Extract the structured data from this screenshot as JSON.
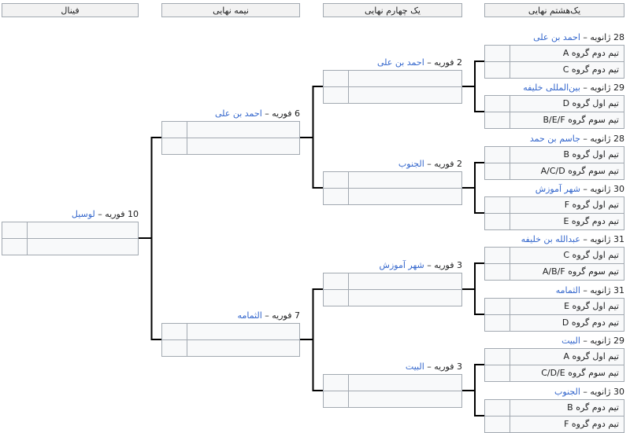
{
  "rounds": [
    "فینال",
    "نیمه نهایی",
    "یک چهارم نهایی",
    "یک‌هشتم نهایی"
  ],
  "r16": [
    {
      "date": "28 ژانویه",
      "venue": "احمد بن علی",
      "team1": "تیم دوم گروه A",
      "team2": "تیم دوم گروه C"
    },
    {
      "date": "29 ژانویه",
      "venue": "بین‌المللی خلیفه",
      "team1": "تیم اول گروه D",
      "team2": "تیم سوم گروه B/E/F"
    },
    {
      "date": "28 ژانویه",
      "venue": "جاسم بن حمد",
      "team1": "تیم اول گروه B",
      "team2": "تیم سوم گروه A/C/D"
    },
    {
      "date": "30 ژانویه",
      "venue": "شهر آموزش",
      "team1": "تیم اول گروه F",
      "team2": "تیم دوم گروه E"
    },
    {
      "date": "31 ژانویه",
      "venue": "عبدالله بن خلیفه",
      "team1": "تیم اول گروه C",
      "team2": "تیم سوم گروه A/B/F"
    },
    {
      "date": "31 ژانویه",
      "venue": "الثمامه",
      "team1": "تیم اول گروه E",
      "team2": "تیم دوم گروه D"
    },
    {
      "date": "29 ژانویه",
      "venue": "البیت",
      "team1": "تیم اول گروه A",
      "team2": "تیم سوم گروه C/D/E"
    },
    {
      "date": "30 ژانویه",
      "venue": "الجنوب",
      "team1": "تیم دوم گره B",
      "team2": "تیم دوم گروه F"
    }
  ],
  "qf": [
    {
      "date": "2 فوریه",
      "venue": "احمد بن علی"
    },
    {
      "date": "2 فوریه",
      "venue": "الجنوب"
    },
    {
      "date": "3 فوریه",
      "venue": "شهر آموزش"
    },
    {
      "date": "3 فوریه",
      "venue": "البیت"
    }
  ],
  "sf": [
    {
      "date": "6 فوریه",
      "venue": "احمد بن علی"
    },
    {
      "date": "7 فوریه",
      "venue": "الثمامه"
    }
  ],
  "final": {
    "date": "10 فوریه",
    "venue": "لوسیل"
  },
  "separator": " – "
}
